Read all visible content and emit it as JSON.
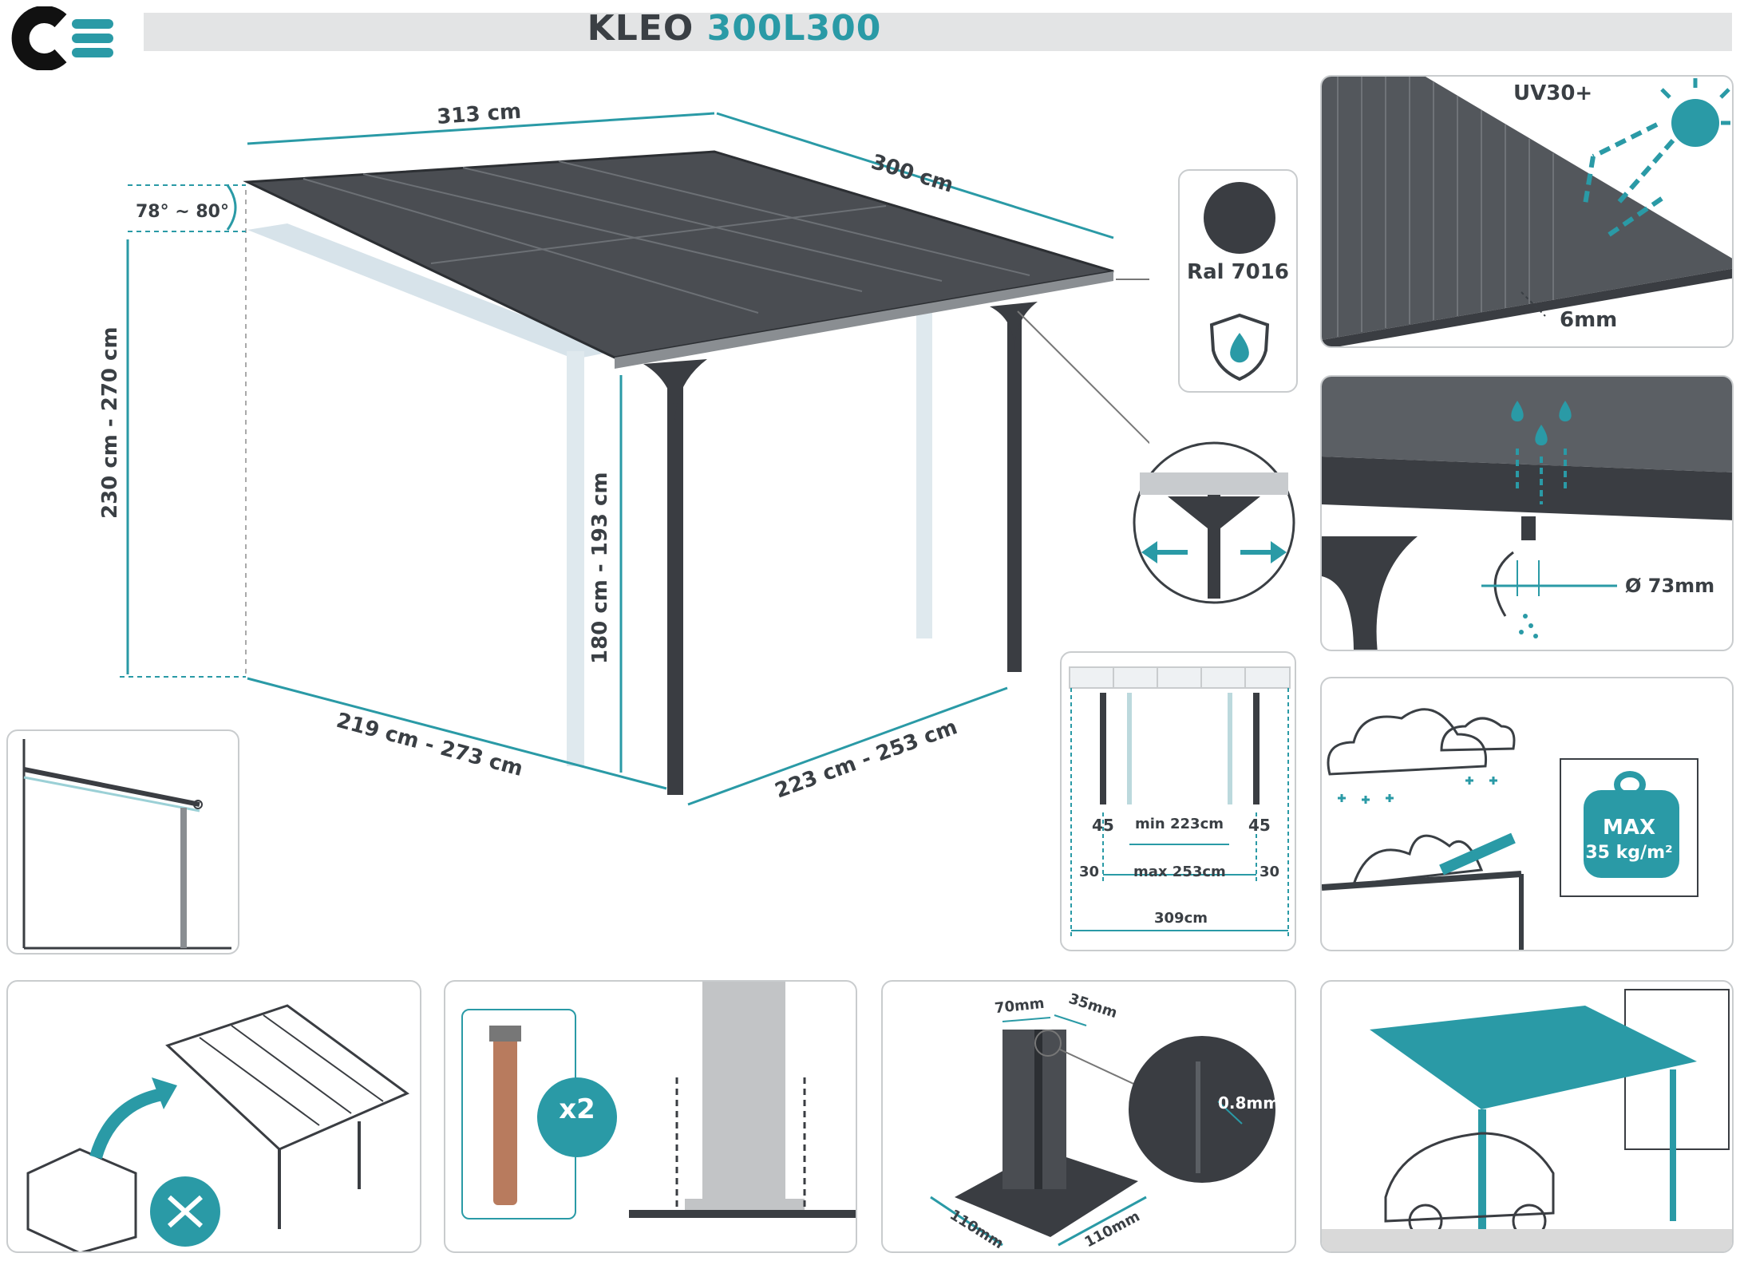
{
  "brand": {
    "logo_text": "CE"
  },
  "header": {
    "product_name": "KLEO",
    "model": "300L300"
  },
  "main_diagram": {
    "width_label": "313 cm",
    "depth_label": "300 cm",
    "angle_label": "78° ~ 80°",
    "wall_height_label": "230 cm - 270 cm",
    "post_height_label": "180 cm - 193 cm",
    "side_span_label": "219 cm - 273 cm",
    "front_span_label": "223 cm - 253 cm"
  },
  "color_box": {
    "ral_label": "Ral 7016",
    "swatch_color": "#3a3d42"
  },
  "features": {
    "uv_label": "UV30+",
    "thickness_label": "6mm",
    "drain_label": "Ø 73mm",
    "snow_load_label": "MAX\n35 kg/m²",
    "snow_load_line1": "MAX",
    "snow_load_line2": "35 kg/m²"
  },
  "front_view": {
    "side_left": "45",
    "side_right": "45",
    "min_label": "min 223cm",
    "outer_left": "30",
    "outer_right": "30",
    "max_label": "max 253cm",
    "total_label": "309cm"
  },
  "hardware": {
    "anchor_count": "x2",
    "base_w": "70mm",
    "base_d": "35mm",
    "wall_thickness": "0.8mm",
    "plate_a": "110mm",
    "plate_b": "110mm"
  },
  "colors": {
    "accent": "#2a9aa6",
    "frame": "#3a3d42",
    "roof": "#4a4d52"
  }
}
